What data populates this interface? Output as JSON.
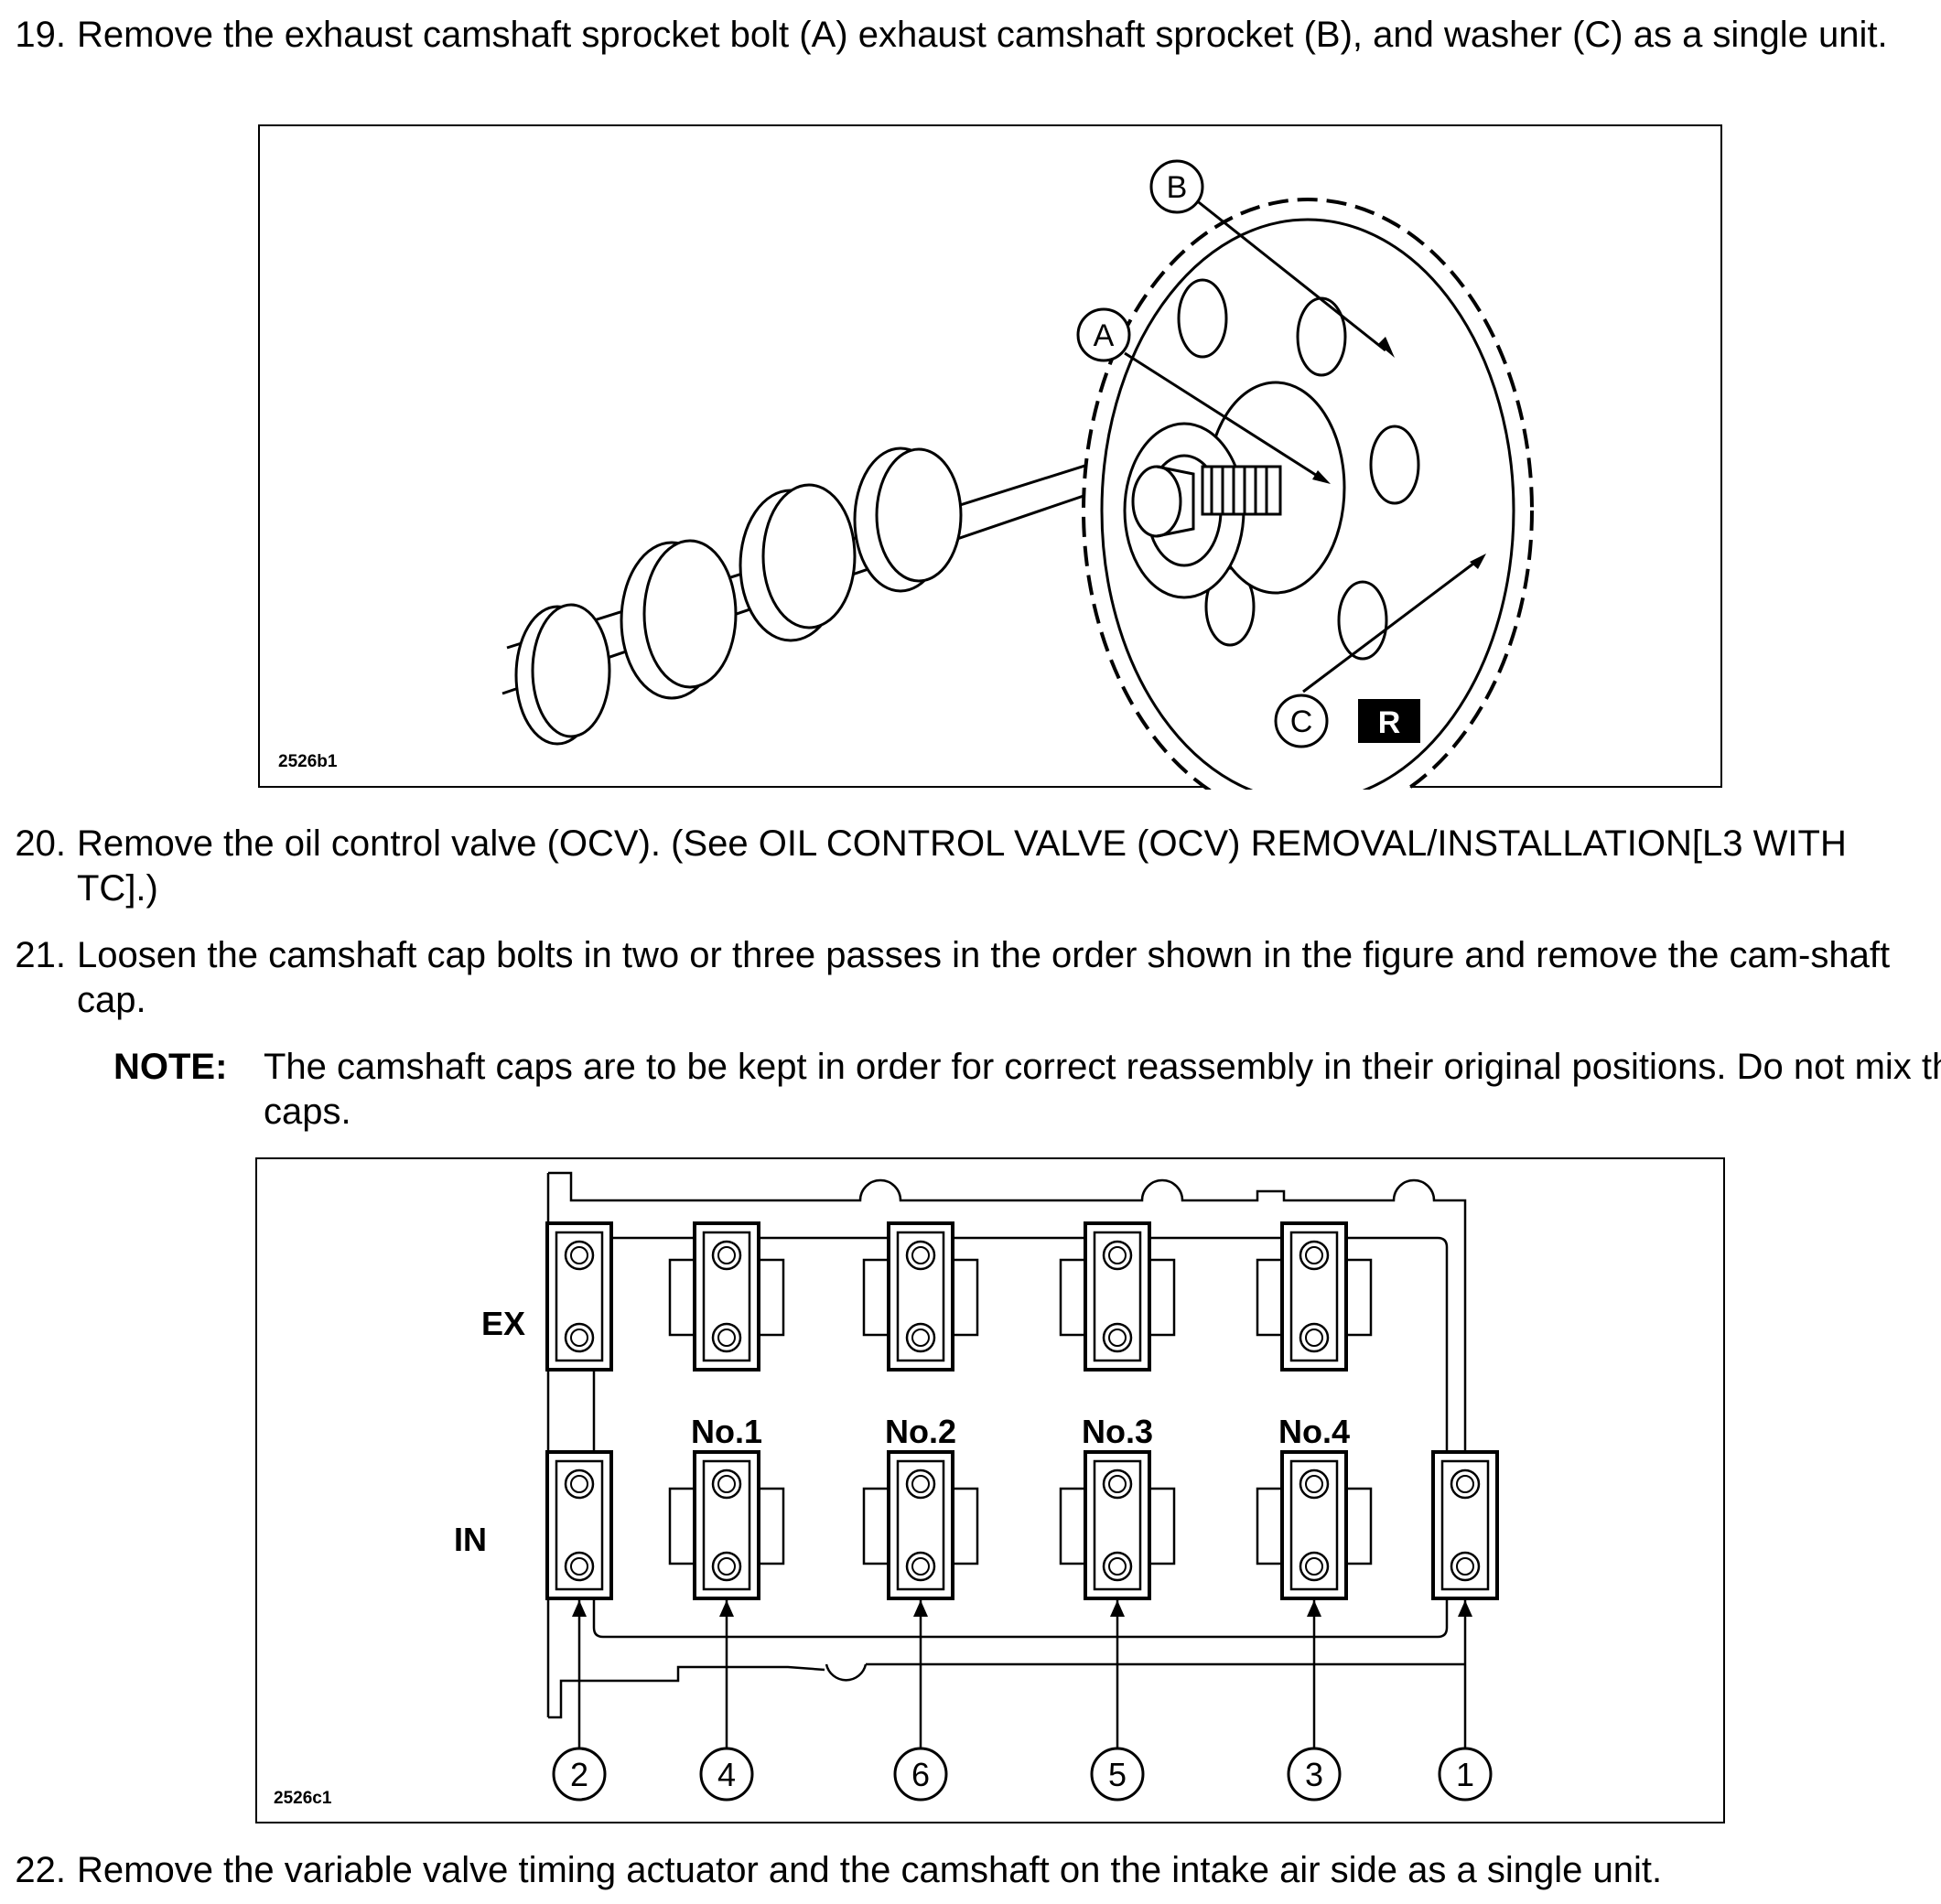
{
  "steps": [
    {
      "number": "19.",
      "text": "Remove the exhaust camshaft sprocket bolt (A) exhaust camshaft sprocket (B), and washer (C) as a single unit."
    },
    {
      "number": "20.",
      "text": "Remove the oil control valve (OCV). (See OIL CONTROL VALVE (OCV) REMOVAL/INSTALLATION[L3 WITH TC].)"
    },
    {
      "number": "21.",
      "text": "Loosen the camshaft cap bolts in two or three passes in the order shown in the figure and remove the cam-shaft cap."
    },
    {
      "number": "22.",
      "text": "Remove the variable valve timing actuator and the camshaft on the intake air side as a single unit."
    }
  ],
  "note": {
    "label": "NOTE:",
    "text": "The camshaft caps are to be kept in order for correct reassembly in their original positions. Do not mix the caps."
  },
  "figure1": {
    "code": "2526b1",
    "callouts": [
      "A",
      "B",
      "C"
    ],
    "badge": "R"
  },
  "figure2": {
    "code": "2526c1",
    "row_labels": {
      "ex": "EX",
      "in": "IN"
    },
    "journal_labels": [
      "No.1",
      "No.2",
      "No.3",
      "No.4"
    ],
    "order_numbers": [
      "2",
      "4",
      "6",
      "5",
      "3",
      "1"
    ]
  }
}
